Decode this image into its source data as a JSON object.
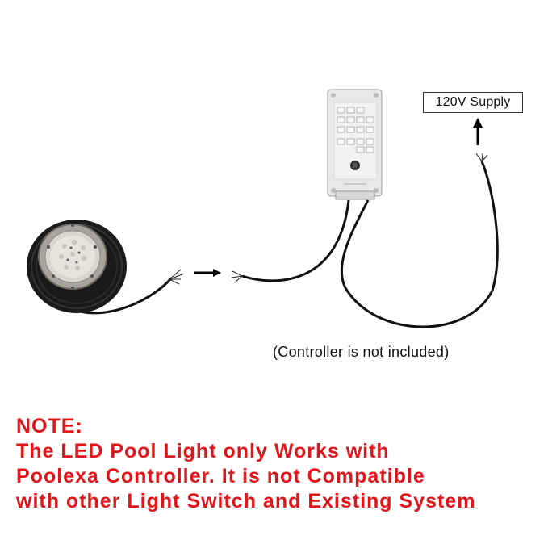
{
  "labels": {
    "supply": "120V Supply",
    "caption": "(Controller is not included)"
  },
  "note": {
    "heading": "NOTE:",
    "lines": [
      "The LED Pool Light only Works with",
      "Poolexa Controller.  It is not Compatible",
      "with other Light Switch and Existing System"
    ]
  },
  "colors": {
    "note_text": "#e0161b",
    "cable": "#111111",
    "controller_body": "#e8e8e8"
  },
  "icons": {
    "pool_light": "led-pool-light-icon",
    "controller": "controller-box-icon",
    "arrow_right": "arrow-right-icon",
    "arrow_up": "arrow-up-icon"
  }
}
